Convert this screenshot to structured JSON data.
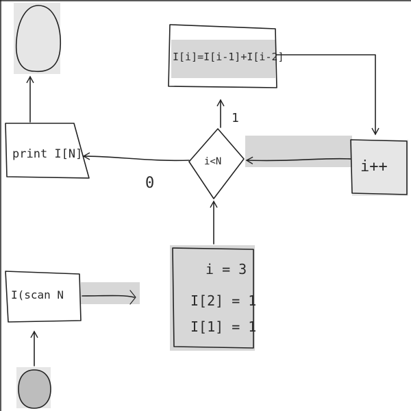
{
  "nodes": {
    "end_oval": {
      "label": ""
    },
    "print_box": {
      "label": "print I[N]"
    },
    "recurrence_box": {
      "label": "I[i]=I[i-1]+I[i-2]"
    },
    "decision": {
      "label": "i<N"
    },
    "increment_box": {
      "label": "i++"
    },
    "init_box": {
      "lines": [
        "i = 3",
        "I[2] = 1",
        "I[1] = 1"
      ]
    },
    "input_box": {
      "label": "I(scan N"
    },
    "start_oval": {
      "label": ""
    }
  },
  "edges": {
    "decision_to_print": {
      "label": "0"
    },
    "decision_to_recurrence": {
      "label": "1"
    }
  },
  "colors": {
    "highlight": "#d7d7d7",
    "start_fill": "#bdbdbd",
    "end_fill": "#e6e6e6",
    "ink": "#222222"
  }
}
